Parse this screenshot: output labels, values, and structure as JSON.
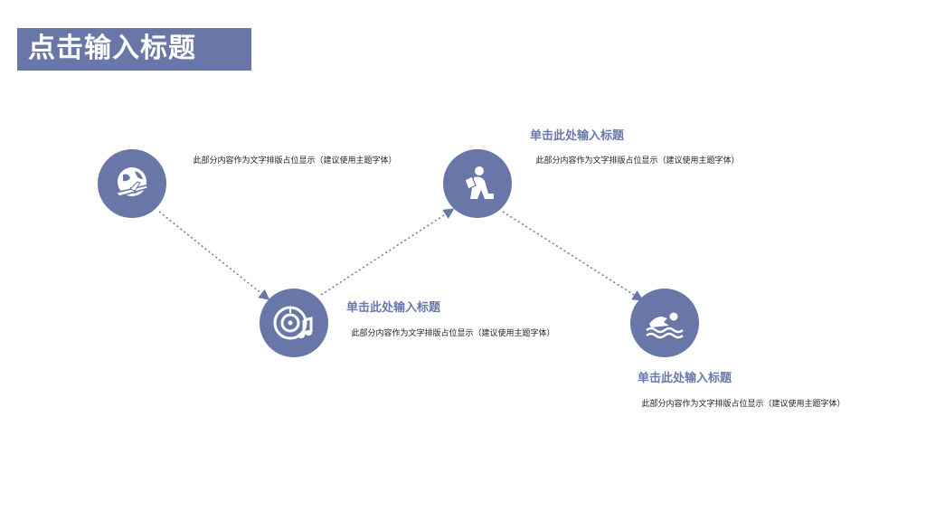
{
  "title": "点击输入标题",
  "colors": {
    "accent": "#6876a8",
    "heading": "#6a78aa",
    "text": "#222222"
  },
  "steps": [
    {
      "icon": "globe-plane-icon",
      "heading": "",
      "text": "此部分内容作为文字排版占位显示（建议使用主题字体）"
    },
    {
      "icon": "music-disc-icon",
      "heading": "单击此处输入标题",
      "text": "此部分内容作为文字排版占位显示（建议使用主题字体）"
    },
    {
      "icon": "reading-person-icon",
      "heading": "单击此处输入标题",
      "text": "此部分内容作为文字排版占位显示（建议使用主题字体）"
    },
    {
      "icon": "swimmer-icon",
      "heading": "单击此处输入标题",
      "text": "此部分内容作为文字排版占位显示（建议使用主题字体）"
    }
  ]
}
